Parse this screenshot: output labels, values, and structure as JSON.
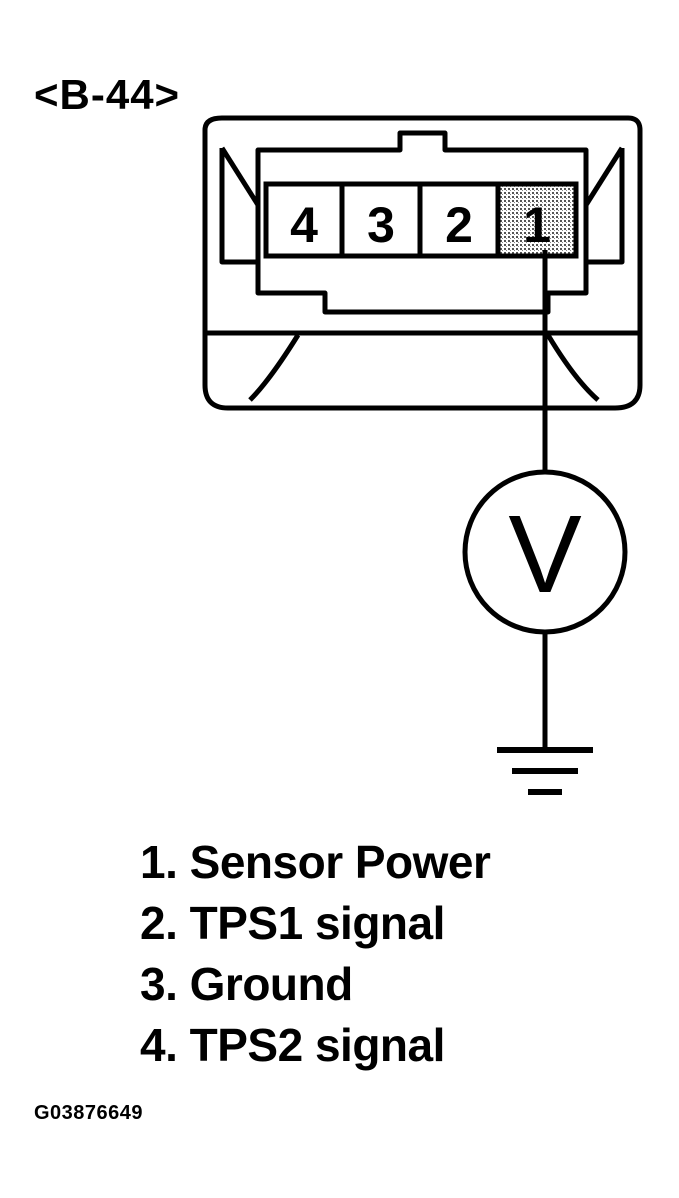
{
  "connector": {
    "id_label": "<B-44>",
    "pins": [
      {
        "number": "4",
        "highlighted": false
      },
      {
        "number": "3",
        "highlighted": false
      },
      {
        "number": "2",
        "highlighted": false
      },
      {
        "number": "1",
        "highlighted": true
      }
    ]
  },
  "meter": {
    "symbol": "V",
    "icon": "voltmeter-icon"
  },
  "ground": {
    "icon": "ground-symbol-icon"
  },
  "legend": [
    "1. Sensor Power",
    "2. TPS1 signal",
    "3. Ground",
    "4. TPS2 signal"
  ],
  "figure_id": "G03876649",
  "colors": {
    "line": "#000000",
    "background": "#ffffff",
    "pin_highlight": "#bdbdbd"
  }
}
